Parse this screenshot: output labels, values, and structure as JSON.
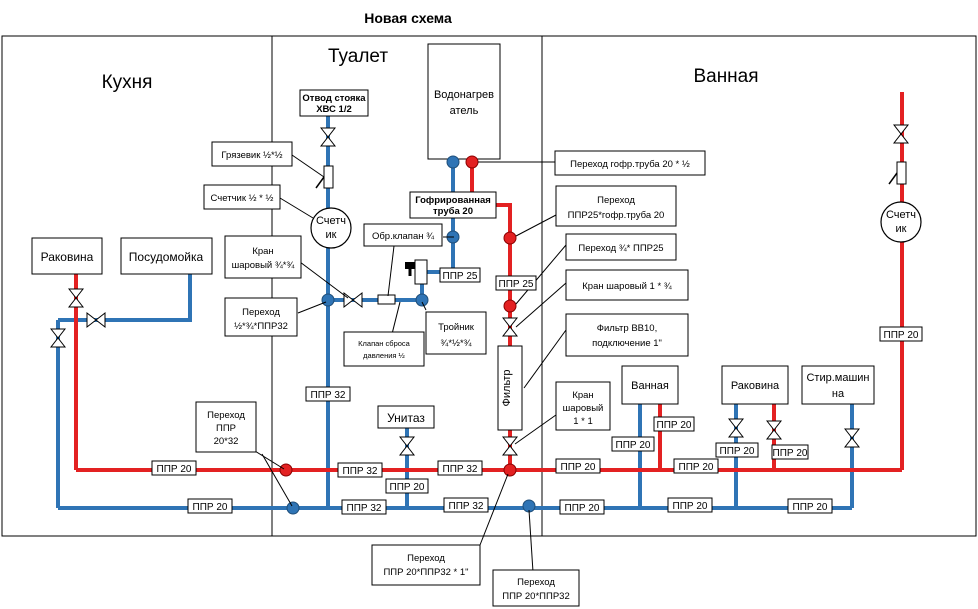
{
  "title": "Новая схема",
  "rooms": {
    "kitchen": "Кухня",
    "toilet": "Туалет",
    "bath": "Ванная"
  },
  "fixtures": {
    "sink": "Раковина",
    "dishwasher": "Посудомойка",
    "heater_1": "Водонагрев",
    "heater_2": "атель",
    "wc": "Унитаз",
    "bathtub": "Ванная",
    "sink_bath": "Раковина",
    "washer_1": "Стир.машин",
    "washer_2": "на",
    "filter": "Фильтр",
    "meter_left_1": "Счетч",
    "meter_left_2": "ик",
    "meter_right_1": "Счетч",
    "meter_right_2": "ик"
  },
  "callouts": {
    "riser_1": "Отвод стояка",
    "riser_2": "ХВС 1/2",
    "mud": "Грязевик ½*½",
    "meter": "Счетчик ½ * ½",
    "valve34_1": "Кран",
    "valve34_2": "шаровый ¾*¾",
    "adapter_ppr32_1": "Переход",
    "adapter_ppr32_2": "½*¾*ППР32",
    "check_valve": "Обр.клапан ¾",
    "relief_1": "Клапан сброса",
    "relief_2": "давления ½",
    "tee_1": "Тройник",
    "tee_2": "¾*½*¾",
    "corr_1": "Гофрированная",
    "corr_2": "труба 20",
    "corr_adapter": "Переход гофр.труба 20 * ½",
    "ppr25_corr_1": "Переход",
    "ppr25_corr_2": "ППР25*гофр.труба 20",
    "adapter_34_ppr25": "Переход ¾* ППР25",
    "valve_1x34": "Кран шаровый 1 * ¾",
    "filter_1": "Фильтр ВВ10,",
    "filter_2": "подключение 1\"",
    "valve_11_1": "Кран",
    "valve_11_2": "шаровый",
    "valve_11_3": "1 * 1",
    "adapter_20_32_1": "Переход",
    "adapter_20_32_2": "ППР",
    "adapter_20_32_3": "20*32",
    "adapter_bottom1_1": "Переход",
    "adapter_bottom1_2": "ППР 20*ППР32 * 1\"",
    "adapter_bottom2_1": "Переход",
    "adapter_bottom2_2": "ППР 20*ППР32"
  },
  "pipe_labels": {
    "ppr25_blue": "ППР 25",
    "ppr25_red": "ППР 25",
    "ppr32_vertical": "ППР 32",
    "ppr20_wc": "ППР 20",
    "ppr20_right_riser": "ППР 20",
    "ppr20_red_kitchen": "ППР 20",
    "ppr32_red_1": "ППР 32",
    "ppr32_red_2": "ППР 32",
    "ppr20_red_bath": "ППР 20",
    "ppr20_red_bath_2": "ППР 20",
    "ppr20_blue_kitchen": "ППР 20",
    "ppr32_blue_1": "ППР 32",
    "ppr32_blue_2": "ППР 32",
    "ppr20_blue_bath": "ППР 20",
    "ppr20_blue_bath_2": "ППР 20",
    "ppr20_blue_bath_3": "ППР 20",
    "ppr20_bathtub_blue": "ППР 20",
    "ppr20_bathtub_red": "ППР 20",
    "ppr20_sink_blue": "ППР 20",
    "ppr20_sink_red": "ППР 20"
  },
  "colors": {
    "cold": "#2f74b5",
    "hot": "#e32122"
  }
}
